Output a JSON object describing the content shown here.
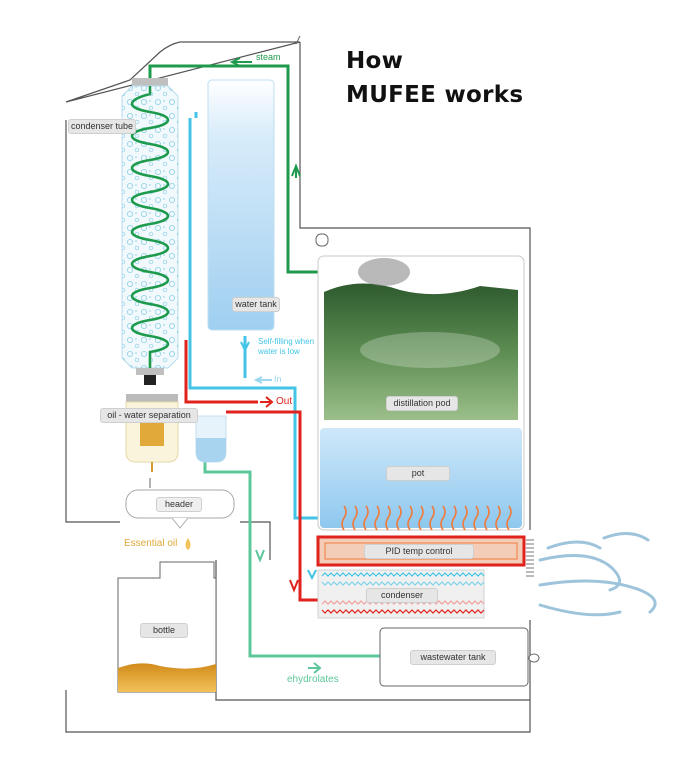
{
  "title": {
    "line1": "How",
    "line2": "MUFEE works"
  },
  "labels": {
    "condenser_tube": "condenser tube",
    "water_tank": "water tank",
    "oil_water_separation": "oil - water separation",
    "header": "header",
    "bottle": "bottle",
    "distillation_pod": "distillation pod",
    "pot": "pot",
    "pid": "PID temp control",
    "condenser": "condenser",
    "wastewater_tank": "wastewater tank"
  },
  "flows": {
    "steam": "steam",
    "self_filling_1": "Self-filling when",
    "self_filling_2": "water is low",
    "in": "In",
    "out": "Out",
    "essential_oil": "Essential oil",
    "hydrolates": "ehydrolates"
  },
  "colors": {
    "steam_green": "#1e9a4c",
    "hydrolate_green": "#5cc79a",
    "cold_blue": "#43c4e6",
    "hot_red": "#e0221c",
    "water_blue": "#a9d6f2",
    "oil_amber": "#e0a93a",
    "heater_orange": "#f07a3c"
  }
}
